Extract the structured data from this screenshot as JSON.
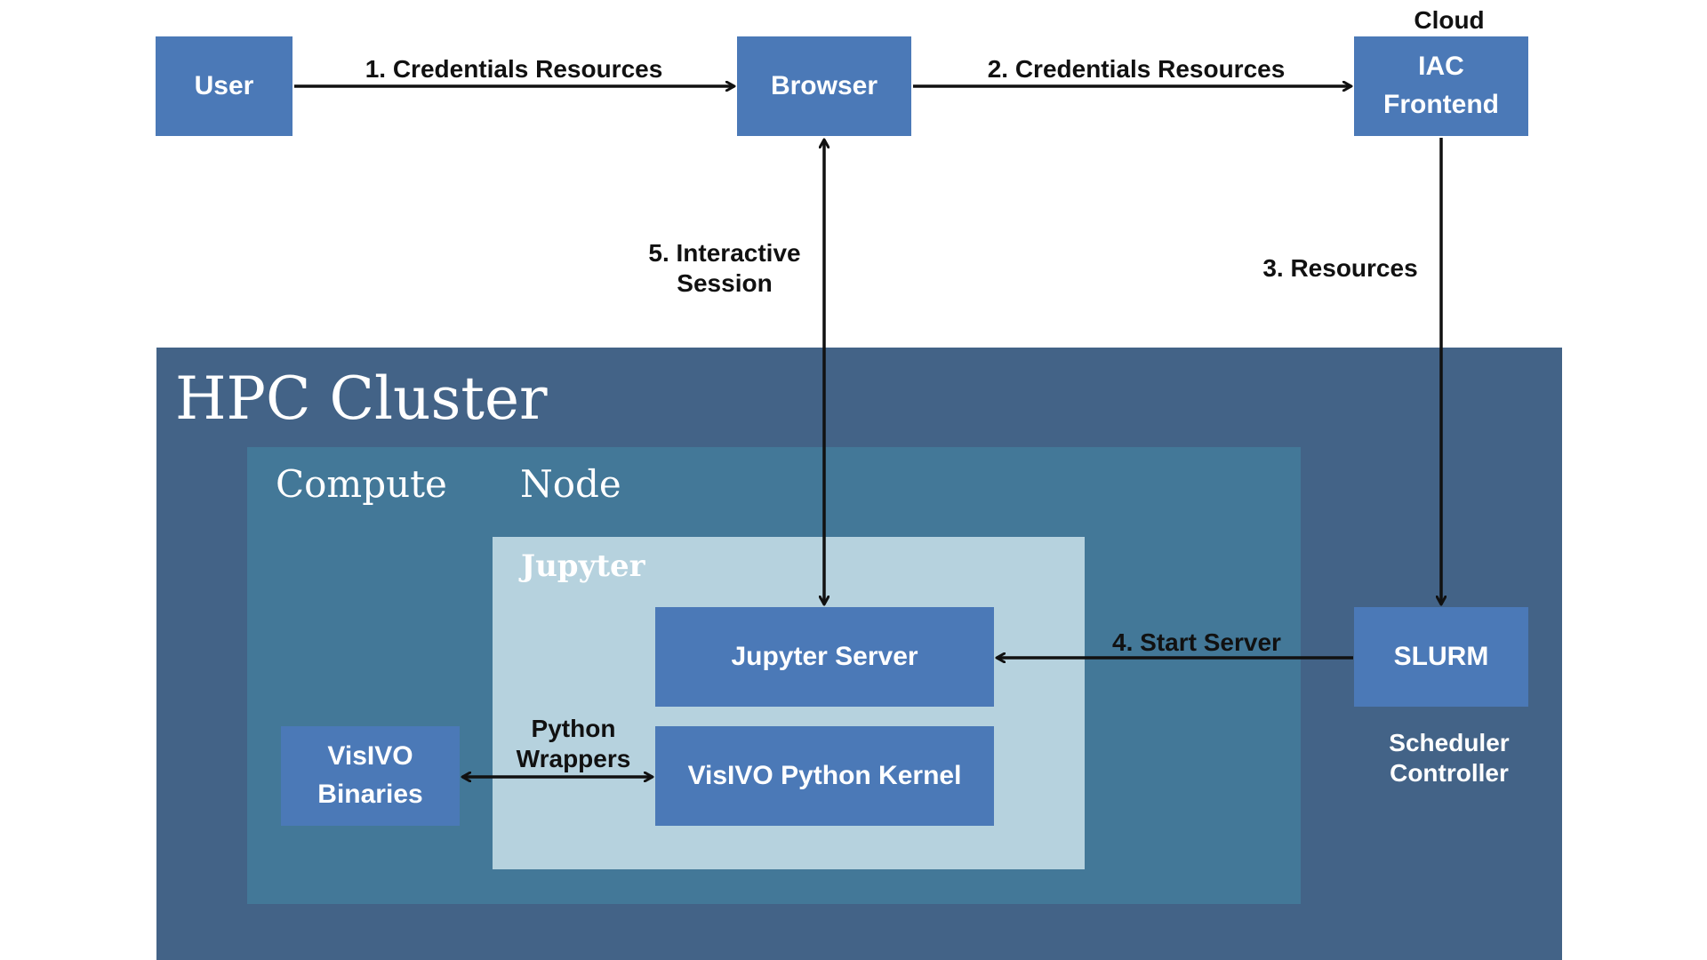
{
  "cluster": {
    "title": "HPC Cluster"
  },
  "compute_node": {
    "title": "Compute   Node"
  },
  "jupyter": {
    "title": "Jupyter"
  },
  "boxes": {
    "user": "User",
    "browser": "Browser",
    "iac_frontend": "IAC\nFrontend",
    "slurm": "SLURM",
    "jupyter_server": "Jupyter Server",
    "visivo_kernel": "VisIVO Python Kernel",
    "visivo_binaries": "VisIVO\nBinaries"
  },
  "labels": {
    "cloud": "Cloud",
    "step1": "1. Credentials Resources",
    "step2": "2. Credentials Resources",
    "step3": "3. Resources",
    "step4": "4. Start Server",
    "step5": "5. Interactive\nSession",
    "python_wrappers": "Python\nWrappers",
    "scheduler_controller": "Scheduler\nController"
  },
  "colors": {
    "box": "#4b79b7",
    "cluster": "#436387",
    "compute_node": "#437898",
    "jupyter": "#b6d2de",
    "arrow": "#111111"
  }
}
